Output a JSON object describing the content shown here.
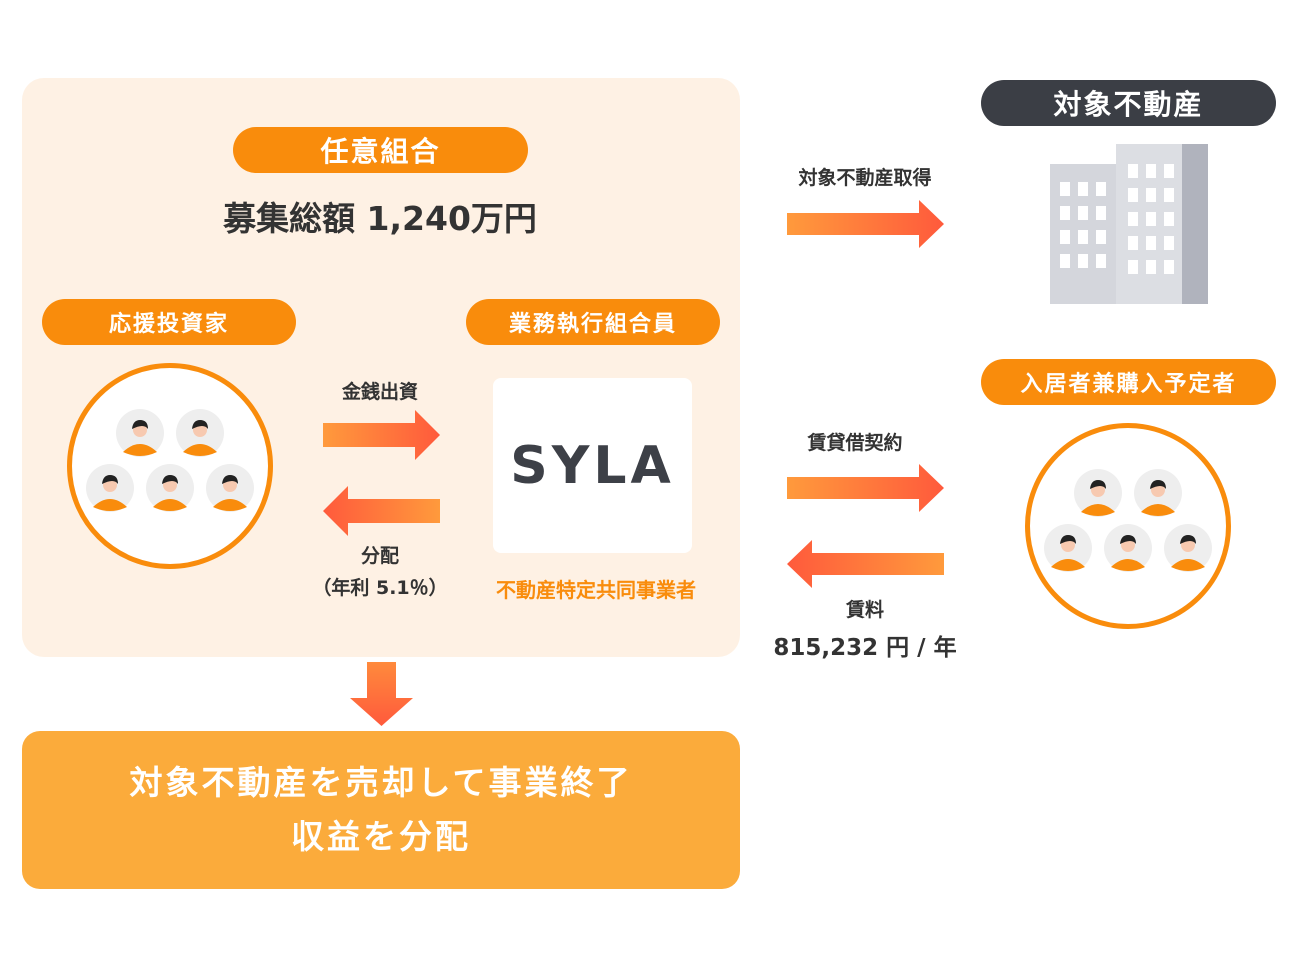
{
  "union": {
    "title": "任意組合",
    "total_label": "募集総額 1,240万円",
    "investors_label": "応援投資家",
    "executive_label": "業務執行組合員",
    "money_label": "金銭出資",
    "distribution_label": "分配",
    "distribution_rate": "（年利 5.1％）",
    "company_logo": "SYLA",
    "company_role": "不動産特定共同事業者"
  },
  "property": {
    "title": "対象不動産",
    "acquire_label": "対象不動産取得"
  },
  "tenants": {
    "title": "入居者兼購入予定者",
    "lease_label": "賃貸借契約",
    "rent_label": "賃料",
    "rent_amount": "815,232 円 / 年"
  },
  "result": {
    "line1": "対象不動産を売却して事業終了",
    "line2": "収益を分配"
  },
  "colors": {
    "orange": "#f98c0c",
    "panel": "#fef1e4",
    "dark": "#3b3e45",
    "bottom": "#fbab3b"
  }
}
